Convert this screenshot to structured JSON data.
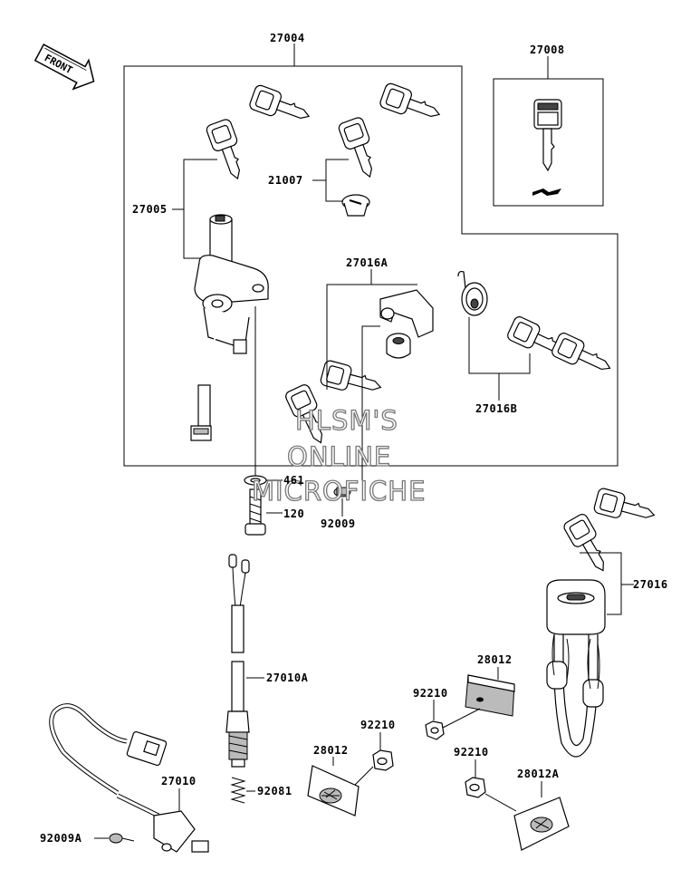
{
  "front_arrow": "FRONT",
  "watermark": [
    "HLSM'S",
    "ONLINE",
    "MICROFICHE"
  ],
  "labels": {
    "p27004": "27004",
    "p27008": "27008",
    "p21007": "21007",
    "p27005": "27005",
    "p27016A": "27016A",
    "p27016B": "27016B",
    "p461": "461",
    "p120": "120",
    "p92009": "92009",
    "p27016": "27016",
    "p28012a": "28012",
    "p27010A": "27010A",
    "p92210a": "92210",
    "p92210b": "92210",
    "p28012b": "28012",
    "p92210c": "92210",
    "p27010": "27010",
    "p28012A": "28012A",
    "p92081": "92081",
    "p92009A": "92009A"
  }
}
